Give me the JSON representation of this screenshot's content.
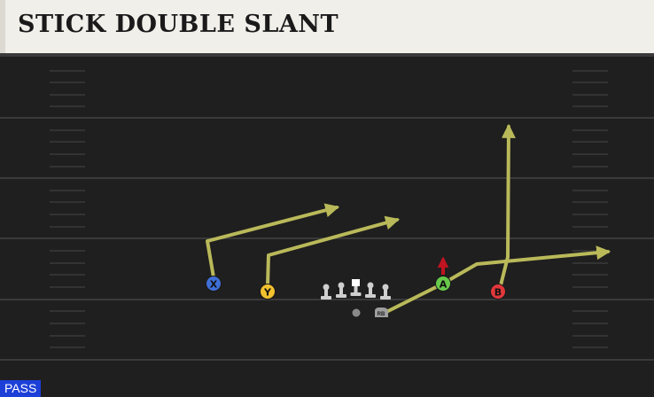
{
  "play": {
    "title": "STICK DOUBLE SLANT",
    "type_badge": "PASS"
  },
  "players": [
    {
      "id": "X",
      "label": "X",
      "color": "#3f6fd6"
    },
    {
      "id": "Y",
      "label": "Y",
      "color": "#f2c12e"
    },
    {
      "id": "A",
      "label": "A",
      "color": "#68c94a"
    },
    {
      "id": "B",
      "label": "B",
      "color": "#e0373b"
    },
    {
      "id": "RB",
      "label": "RB",
      "color": "#9e9e9e"
    }
  ],
  "colors": {
    "route": "#b9b95a",
    "block_arrow": "#c01420",
    "field": "#1f1f1f",
    "yard_line": "#3a3a3a"
  }
}
